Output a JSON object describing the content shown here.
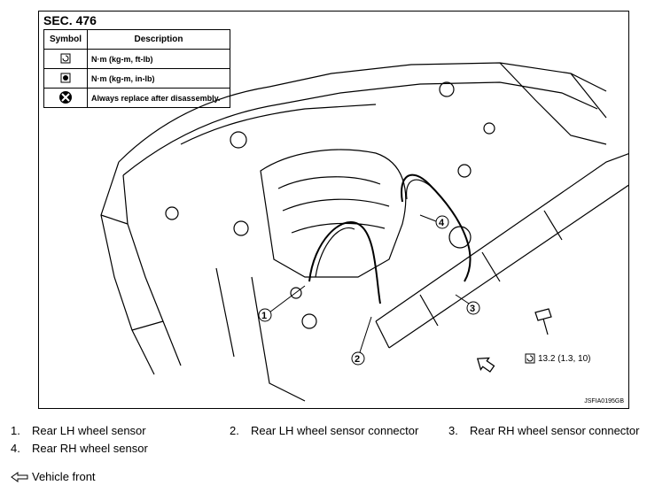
{
  "figure": {
    "section": "SEC. 476",
    "reference_code": "JSFIA0195GB",
    "torque_value": "13.2 (1.3, 10)",
    "callouts": [
      "1",
      "2",
      "3",
      "4"
    ]
  },
  "legend": {
    "header_symbol": "Symbol",
    "header_description": "Description",
    "rows": [
      {
        "icon": "torque-nm-ftlb-icon",
        "description": "N·m (kg-m, ft-lb)"
      },
      {
        "icon": "torque-nm-inlb-icon",
        "description": "N·m (kg-m, in-lb)"
      },
      {
        "icon": "always-replace-icon",
        "description": "Always replace after disassembly."
      }
    ]
  },
  "parts": [
    {
      "number": "1.",
      "label": "Rear LH wheel sensor"
    },
    {
      "number": "2.",
      "label": "Rear LH wheel sensor connector"
    },
    {
      "number": "3.",
      "label": "Rear RH wheel sensor connector"
    },
    {
      "number": "4.",
      "label": "Rear RH wheel sensor"
    }
  ],
  "vehicle_front_label": "Vehicle front",
  "colors": {
    "line": "#000000",
    "background": "#ffffff"
  }
}
